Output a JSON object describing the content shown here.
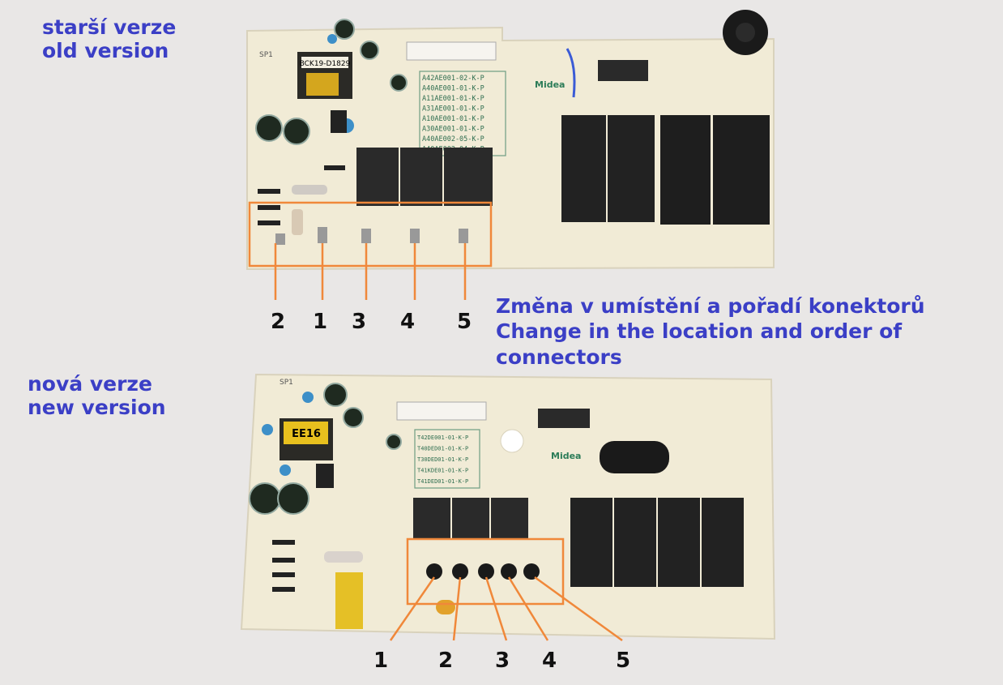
{
  "captions": {
    "old_cs": "starší verze",
    "old_en": "old version",
    "new_cs": "nová verze",
    "new_en": "new version",
    "change_cs": "Změna v umístění a pořadí konektorů",
    "change_en_1": "Change in the location and order of",
    "change_en_2": "connectors"
  },
  "old_board": {
    "transformer_label": "BCK19-D1829",
    "silk_sp": "SP1",
    "model_codes": [
      "A42AE001-02-K-P",
      "A40AE001-01-K-P",
      "A11AE001-01-K-P",
      "A31AE001-01-K-P",
      "A10AE001-01-K-P",
      "A30AE001-01-K-P",
      "A40AE002-05-K-P",
      "A40AE002-04-K-P"
    ],
    "brand": "Midea",
    "connector_numbers": [
      "2",
      "1",
      "3",
      "4",
      "5"
    ]
  },
  "new_board": {
    "transformer_label": "EE16",
    "silk_sp": "SP1",
    "model_codes": [
      "T42DE001-01-K-P",
      "T40DED01-01-K-P",
      "T30DED01-01-K-P",
      "T41KDE01-01-K-P",
      "T41DED01-01-K-P"
    ],
    "brand": "Midea",
    "connector_numbers": [
      "1",
      "2",
      "3",
      "4",
      "5"
    ]
  },
  "colors": {
    "caption": "#3b3fc6",
    "highlight": "#f0883a",
    "board": "#f1ebd6",
    "relay": "#222222"
  }
}
